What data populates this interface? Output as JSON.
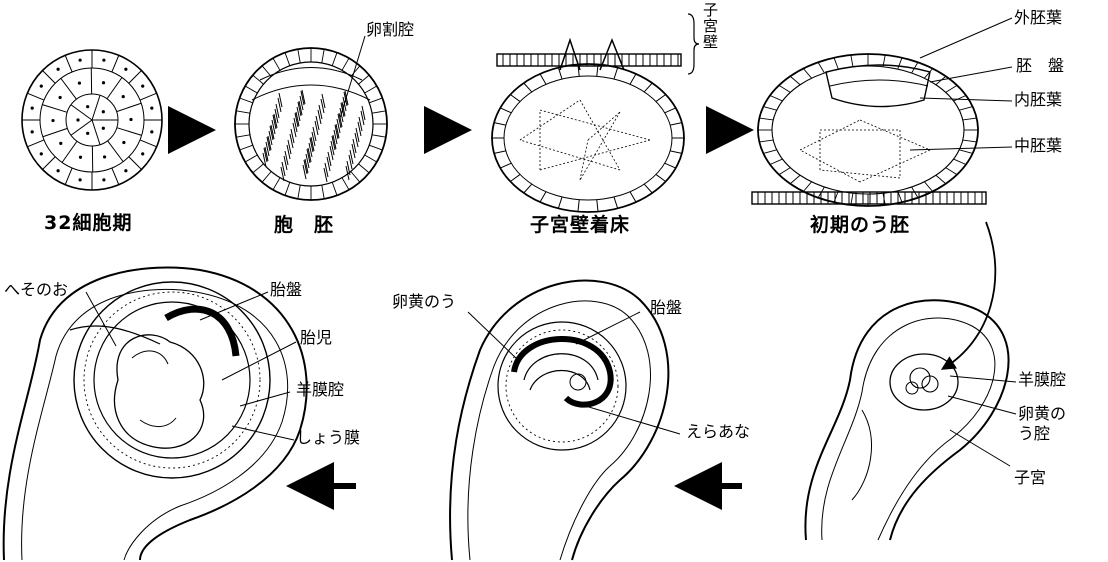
{
  "stages": {
    "s1": "32細胞期",
    "s2": "胞　胚",
    "s3": "子宮壁着床",
    "s4": "初期のう胚"
  },
  "labels": {
    "cleavage_cavity": "卵割腔",
    "uterine_wall": "子宮壁",
    "ectoderm": "外胚葉",
    "embryonic_disc": "胚　盤",
    "endoderm": "内胚葉",
    "mesoderm": "中胚葉",
    "umbilical_cord": "へそのお",
    "placenta_1": "胎盤",
    "fetus": "胎児",
    "amniotic_cavity_1": "羊膜腔",
    "chorion": "しょう膜",
    "yolk_sac": "卵黄のう",
    "placenta_2": "胎盤",
    "gill_slits": "えらあな",
    "amniotic_cavity_2": "羊膜腔",
    "yolk_sac_cavity": "卵黄の\nう腔",
    "uterus": "子宮"
  },
  "colors": {
    "ink": "#000000",
    "paper": "#ffffff"
  }
}
